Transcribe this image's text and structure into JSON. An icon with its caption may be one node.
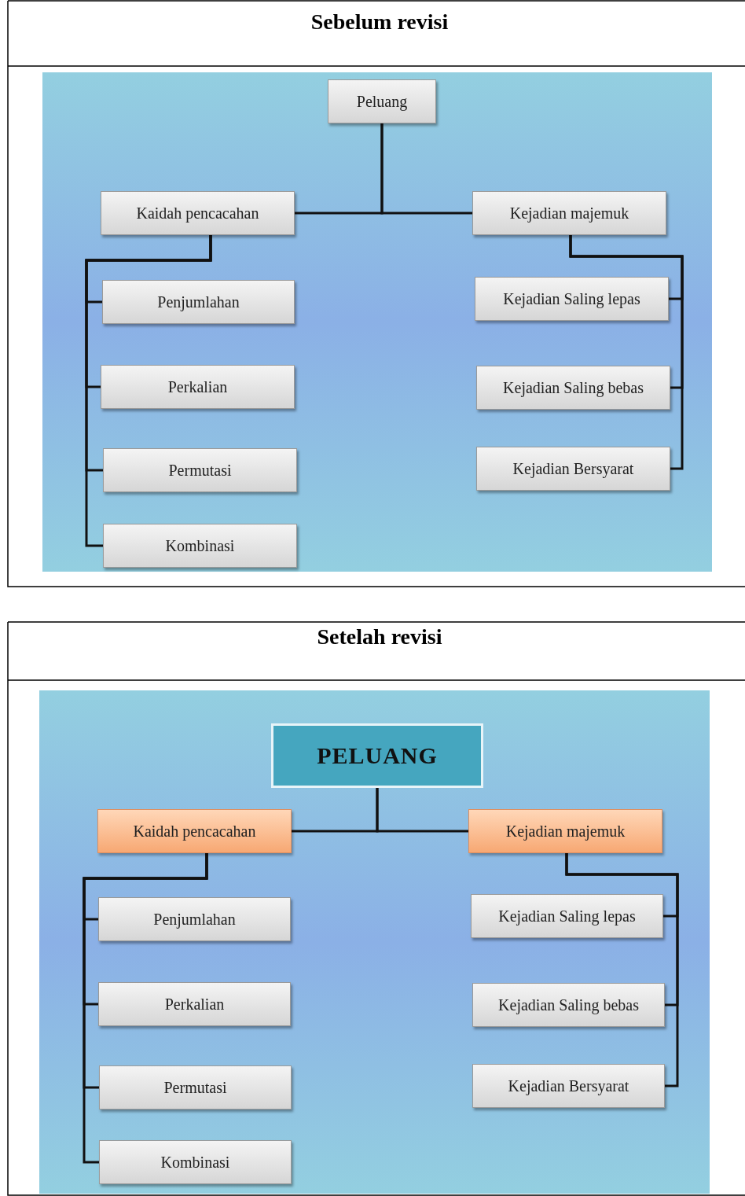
{
  "diagram": {
    "nodes": [
      {
        "text": [
          "Peluang"
        ]
      },
      {
        "text": [
          "Kaidah pencacahan"
        ]
      },
      {
        "text": [
          "Kejadian majemuk"
        ]
      },
      {
        "text": [
          "Penjumlahan"
        ]
      },
      {
        "text": [
          "Perkalian"
        ]
      },
      {
        "text": [
          "Permutasi"
        ]
      },
      {
        "text": [
          "Kombinasi"
        ]
      },
      {
        "text": [
          "Kejadian Saling lepas"
        ]
      },
      {
        "text": [
          "Kejadian Saling bebas"
        ]
      },
      {
        "text": [
          "Kejadian Bersyarat"
        ]
      },
      {
        "text": [
          "PELUANG"
        ]
      },
      {
        "text": [
          "Kaidah pencacahan"
        ]
      },
      {
        "text": [
          "Kejadian majemuk"
        ]
      },
      {
        "text": [
          "Penjumlahan"
        ]
      },
      {
        "text": [
          "Perkalian"
        ]
      },
      {
        "text": [
          "Permutasi"
        ]
      },
      {
        "text": [
          "Kombinasi"
        ]
      },
      {
        "text": [
          "Kejadian Saling lepas"
        ]
      },
      {
        "text": [
          "Kejadian Saling bebas"
        ]
      },
      {
        "text": [
          "Kejadian Bersyarat"
        ]
      }
    ],
    "edges": [
      {
        "from": 0,
        "to": 1,
        "arrow": "none"
      },
      {
        "from": 0,
        "to": 2,
        "arrow": "none"
      },
      {
        "from": 1,
        "to": 3,
        "arrow": "none"
      },
      {
        "from": 1,
        "to": 4,
        "arrow": "none"
      },
      {
        "from": 1,
        "to": 5,
        "arrow": "none"
      },
      {
        "from": 1,
        "to": 6,
        "arrow": "none"
      },
      {
        "from": 2,
        "to": 7,
        "arrow": "none"
      },
      {
        "from": 2,
        "to": 8,
        "arrow": "none"
      },
      {
        "from": 2,
        "to": 9,
        "arrow": "none"
      },
      {
        "from": 10,
        "to": 11,
        "arrow": "none"
      },
      {
        "from": 10,
        "to": 12,
        "arrow": "none"
      },
      {
        "from": 11,
        "to": 13,
        "arrow": "none"
      },
      {
        "from": 11,
        "to": 14,
        "arrow": "none"
      },
      {
        "from": 11,
        "to": 15,
        "arrow": "none"
      },
      {
        "from": 11,
        "to": 16,
        "arrow": "none"
      },
      {
        "from": 12,
        "to": 17,
        "arrow": "none"
      },
      {
        "from": 12,
        "to": 18,
        "arrow": "none"
      },
      {
        "from": 12,
        "to": 19,
        "arrow": "none"
      }
    ],
    "labels": [
      "Sebelum revisi",
      "Setelah revisi"
    ]
  }
}
